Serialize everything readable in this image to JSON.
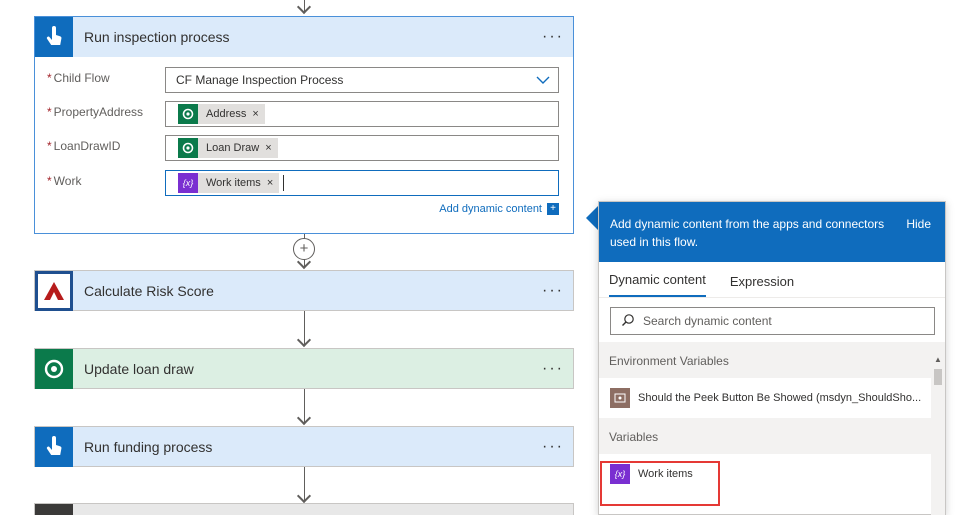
{
  "flow": {
    "inspection": {
      "title": "Run inspection process",
      "more": "···",
      "fields": [
        {
          "label": "Child Flow",
          "required": "*",
          "value": "CF Manage Inspection Process"
        },
        {
          "label": "PropertyAddress",
          "required": "*",
          "token": "Address",
          "token_x": "×"
        },
        {
          "label": "LoanDrawID",
          "required": "*",
          "token": "Loan Draw",
          "token_x": "×"
        },
        {
          "label": "Work",
          "required": "*",
          "token": "Work items",
          "token_x": "×",
          "token_icon": "{x}"
        }
      ],
      "add_dynamic": "Add dynamic content",
      "add_plus": "+"
    },
    "risk": {
      "title": "Calculate Risk Score",
      "more": "···"
    },
    "update": {
      "title": "Update loan draw",
      "more": "···"
    },
    "funding": {
      "title": "Run funding process",
      "more": "···"
    },
    "add_step": "+"
  },
  "panel": {
    "header_text": "Add dynamic content from the apps and connectors used in this flow.",
    "hide": "Hide",
    "tabs": [
      "Dynamic content",
      "Expression"
    ],
    "search_placeholder": "Search dynamic content",
    "sections": [
      {
        "title": "Environment Variables",
        "items": [
          "Should the Peek Button Be Showed (msdyn_ShouldSho..."
        ]
      },
      {
        "title": "Variables",
        "items": [
          "Work items"
        ]
      }
    ],
    "var_icon": "{x}"
  },
  "colors": {
    "accent": "#0f6cbd",
    "dataverse_green": "#0b7a4b",
    "variable_purple": "#7a2fd1",
    "highlight_red": "#e53935"
  },
  "icons": [
    "touch-icon",
    "dataverse-icon",
    "variable-icon",
    "chevron-down-icon",
    "search-icon",
    "risk-logo-icon"
  ]
}
